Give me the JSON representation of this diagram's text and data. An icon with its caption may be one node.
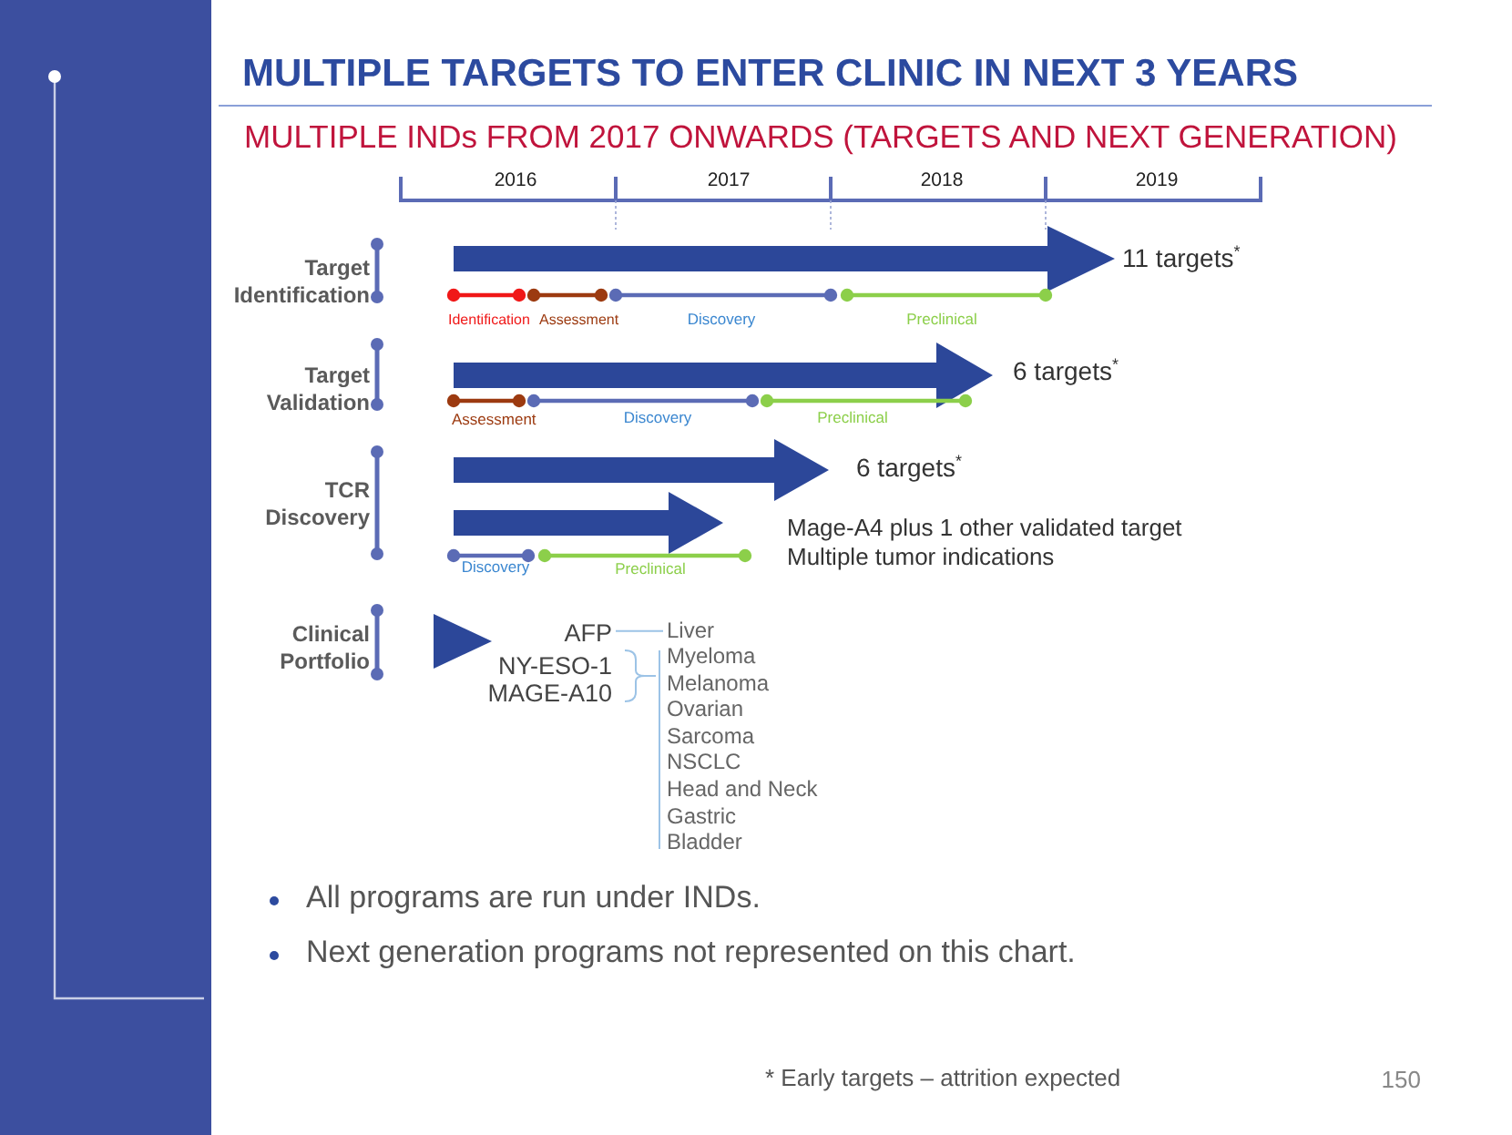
{
  "diagram": {
    "title": "MULTIPLE TARGETS TO ENTER CLINIC IN NEXT 3 YEARS",
    "caption": "MULTIPLE INDs FROM 2017 ONWARDS (TARGETS AND NEXT GENERATION)",
    "nodes": [
      {
        "text": [
          "AFP"
        ]
      },
      {
        "text": [
          "Liver"
        ]
      }
    ],
    "edges": [
      {
        "from": 0,
        "to": 1,
        "arrow": "none"
      }
    ],
    "labels": [
      "2016",
      "2017",
      "2018",
      "2019",
      "Target Identification",
      "11 targets$^{*}$",
      "Identification",
      "Assessment",
      "Discovery",
      "Preclinical",
      "Target Validation",
      "6 targets$^{*}$",
      "Assessment",
      "Discovery",
      "Preclinical",
      "TCR Discovery",
      "6 targets$^{*}$",
      "Mage-A4 plus 1 other validated target",
      "Multiple tumor indications",
      "Discovery",
      "Preclinical",
      "Clinical Portfolio",
      "NY-ESO-1",
      "MAGE-A10",
      "Myeloma",
      "Melanoma",
      "Ovarian",
      "Sarcoma",
      "NSCLC",
      "Head and Neck",
      "Gastric",
      "Bladder",
      "All programs are run under INDs.",
      "Next generation programs not represented on this chart.",
      "* Early targets – attrition expected",
      "150"
    ]
  }
}
